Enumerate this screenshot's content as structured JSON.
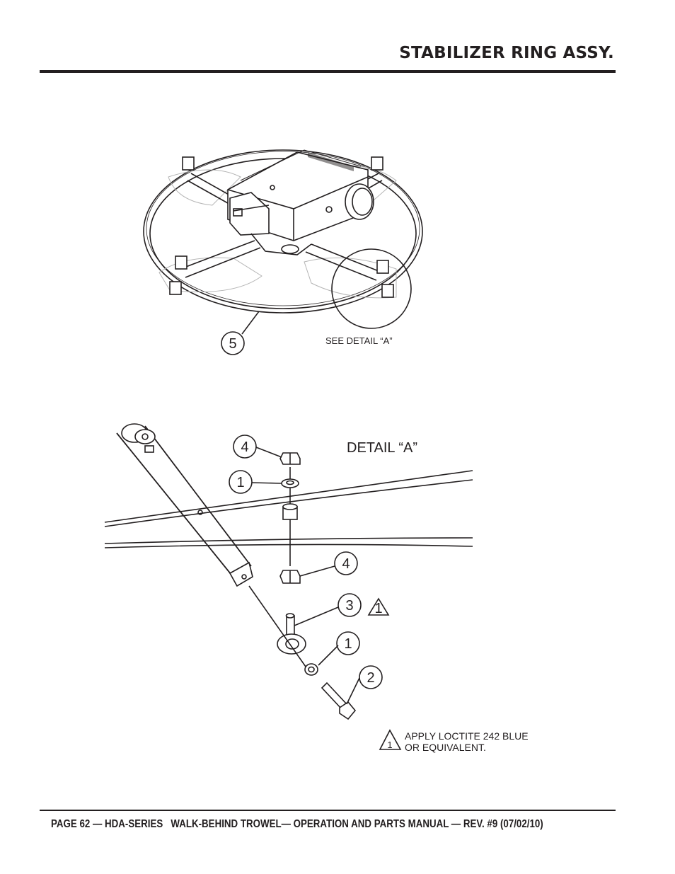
{
  "header": {
    "title": "STABILIZER RING ASSY."
  },
  "figure_top": {
    "callout": "5",
    "see_detail": "SEE DETAIL “A”"
  },
  "figure_detail": {
    "title": "DETAIL “A”",
    "callouts": [
      "4",
      "1",
      "4",
      "3",
      "1",
      "2"
    ],
    "warning_symbol": "1"
  },
  "note": {
    "symbol": "1",
    "line1": "APPLY LOCTITE 242 BLUE",
    "line2": "OR EQUIVALENT."
  },
  "footer": {
    "text": "PAGE 62 — HDA-SERIES   WALK-BEHIND TROWEL— OPERATION AND PARTS MANUAL — REV. #9 (07/02/10)"
  }
}
